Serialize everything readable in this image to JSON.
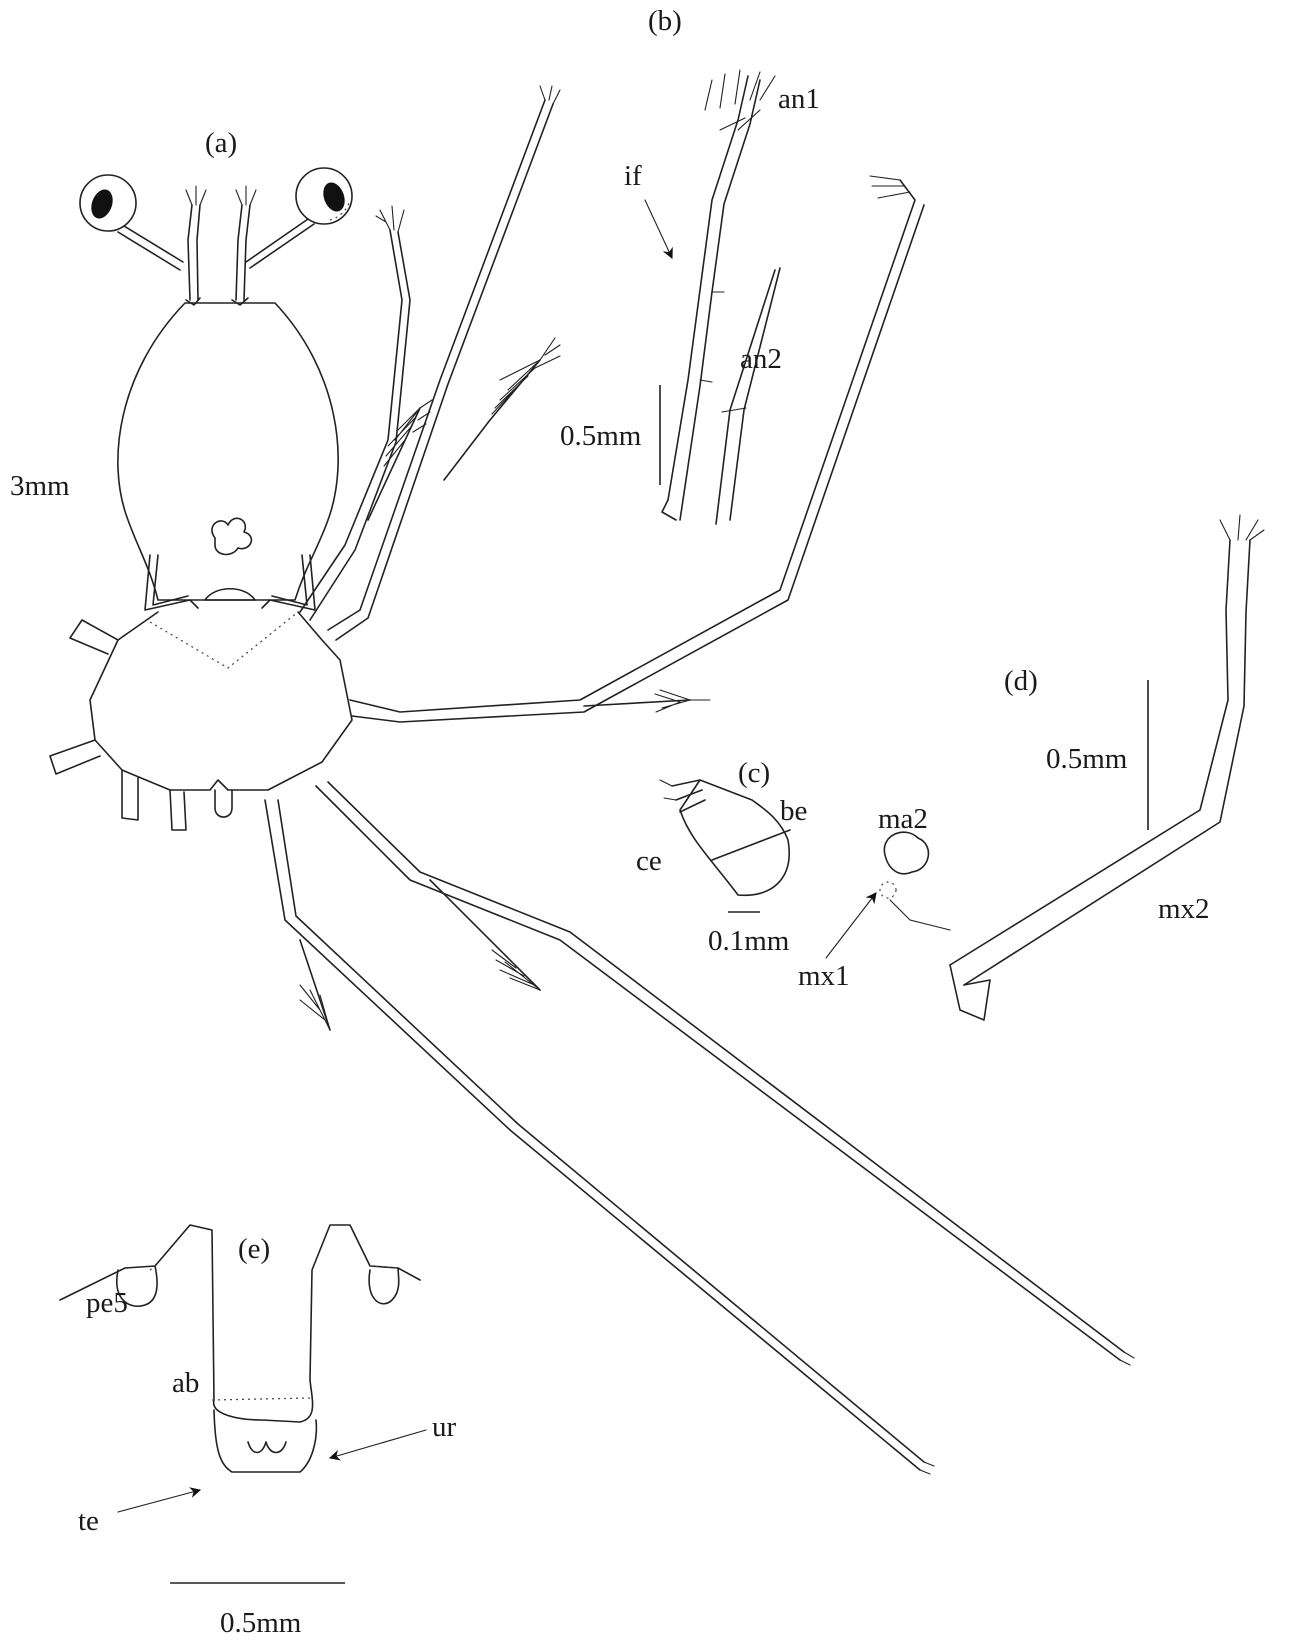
{
  "panels": {
    "a": "(a)",
    "b": "(b)",
    "c": "(c)",
    "d": "(d)",
    "e": "(e)"
  },
  "labels": {
    "an1": "an1",
    "an2": "an2",
    "if": "if",
    "be": "be",
    "ce": "ce",
    "ma2": "ma2",
    "mx1": "mx1",
    "mx2": "mx2",
    "pe5": "pe5",
    "ab": "ab",
    "ur": "ur",
    "te": "te"
  },
  "scales": {
    "a": "3mm",
    "b": "0.5mm",
    "c": "0.1mm",
    "d": "0.5mm",
    "e": "0.5mm"
  },
  "colors": {
    "ink": "#222222",
    "background": "#ffffff"
  }
}
